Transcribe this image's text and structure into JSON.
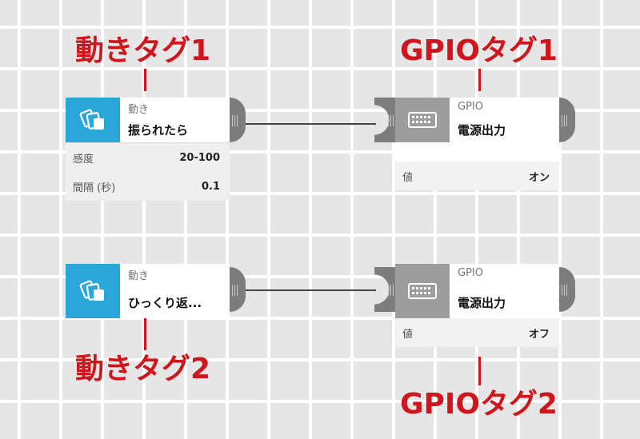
{
  "labels": {
    "motion_tag_1": "動きタグ1",
    "motion_tag_2": "動きタグ2",
    "gpio_tag_1": "GPIOタグ1",
    "gpio_tag_2": "GPIOタグ2"
  },
  "nodes": [
    {
      "kind": "motion",
      "category": "動き",
      "title": "振られたら",
      "props": [
        {
          "label": "感度",
          "value": "20-100"
        },
        {
          "label": "間隔 (秒)",
          "value": "0.1"
        }
      ]
    },
    {
      "kind": "gpio",
      "category": "GPIO",
      "title": "電源出力",
      "props": [
        {
          "label": "値",
          "value": "オン"
        }
      ]
    },
    {
      "kind": "motion",
      "category": "動き",
      "title": "ひっくり返...",
      "props": []
    },
    {
      "kind": "gpio",
      "category": "GPIO",
      "title": "電源出力",
      "props": [
        {
          "label": "値",
          "value": "オフ"
        }
      ]
    }
  ],
  "colors": {
    "annotation": "#d0161c",
    "motion_icon_bg": "#2aa6d9",
    "gpio_icon_bg": "#9d9d9d",
    "port": "#7d7d7d",
    "wire": "#444444"
  },
  "icons": {
    "motion": "shake-cards-icon",
    "gpio": "gpio-header-icon"
  }
}
